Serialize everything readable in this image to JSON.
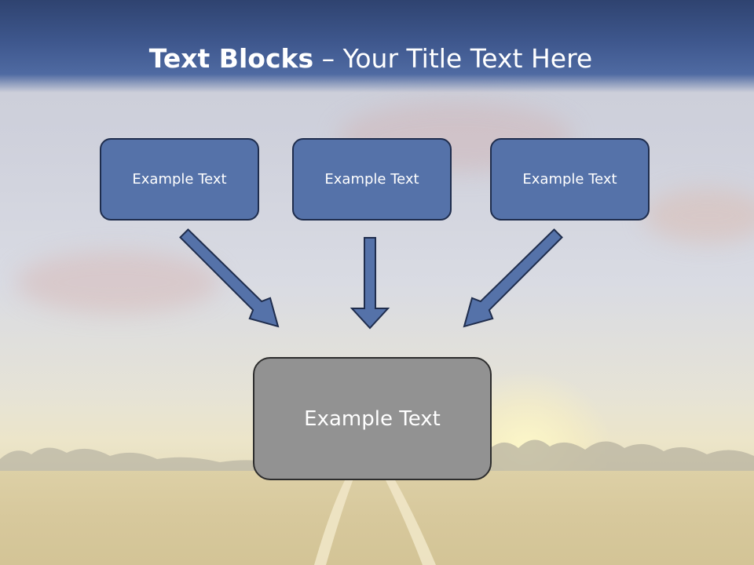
{
  "slide": {
    "title_bold": "Text Blocks",
    "title_sep": " – ",
    "title_rest": "Your Title Text Here"
  },
  "blocks": {
    "top_left": "Example Text",
    "top_middle": "Example Text",
    "top_right": "Example Text",
    "bottom": "Example Text"
  },
  "colors": {
    "header": "#3e578d",
    "box_fill": "#5572a9",
    "box_border": "#1f2d4d",
    "bottom_box_fill": "#929292",
    "arrow_fill": "#5572a9"
  },
  "icons": [
    "arrow-down-right-icon",
    "arrow-down-icon",
    "arrow-down-left-icon"
  ]
}
